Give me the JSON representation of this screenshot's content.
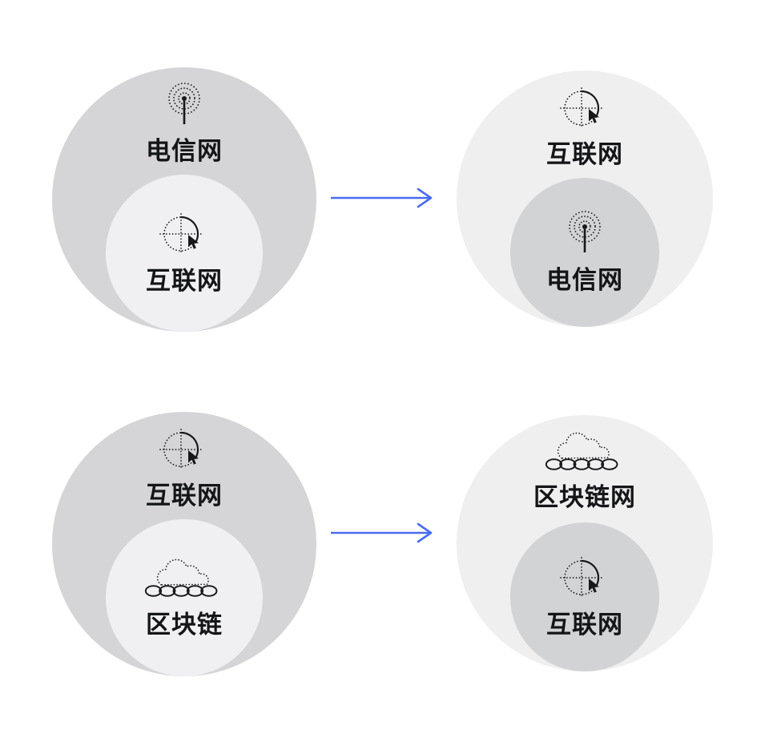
{
  "colors": {
    "outer_circle_dark": "#d5d5d7",
    "inner_circle_light": "#f0f0f2",
    "outer_circle_light": "#efeff0",
    "inner_circle_dark": "#d2d3d5",
    "text": "#141517",
    "icon_stroke": "#17181a",
    "arrow": "#4a6bf2"
  },
  "rows": [
    {
      "before": {
        "outer": {
          "label": "电信网",
          "icon": "antenna-icon"
        },
        "inner": {
          "label": "互联网",
          "icon": "globe-cursor-icon"
        }
      },
      "after": {
        "outer": {
          "label": "互联网",
          "icon": "globe-cursor-icon"
        },
        "inner": {
          "label": "电信网",
          "icon": "antenna-icon"
        }
      }
    },
    {
      "before": {
        "outer": {
          "label": "互联网",
          "icon": "globe-cursor-icon"
        },
        "inner": {
          "label": "区块链",
          "icon": "cloud-chain-icon"
        }
      },
      "after": {
        "outer": {
          "label": "区块链网",
          "icon": "cloud-chain-icon"
        },
        "inner": {
          "label": "互联网",
          "icon": "globe-cursor-icon"
        }
      }
    }
  ]
}
